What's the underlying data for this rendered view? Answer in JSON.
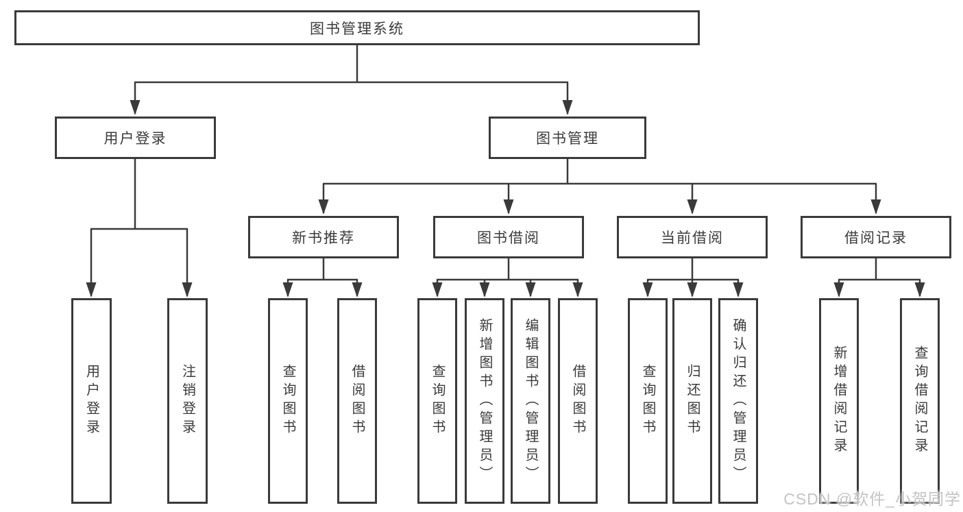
{
  "diagram": {
    "root": "图书管理系统",
    "branches": {
      "user_login": "用户登录",
      "book_management": "图书管理"
    },
    "modules": {
      "new_book_recommend": "新书推荐",
      "book_borrowing": "图书借阅",
      "current_borrowing": "当前借阅",
      "borrowing_records": "借阅记录"
    },
    "leaves": {
      "user_login": "用户登录",
      "logout": "注销登录",
      "query_books_recommend": "查询图书",
      "borrow_books_recommend": "借阅图书",
      "query_books_borrowing": "查询图书",
      "add_book_admin": "新增图书（管理员）",
      "edit_book_admin": "编辑图书（管理员）",
      "borrow_books_borrowing": "借阅图书",
      "query_books_current": "查询图书",
      "return_books": "归还图书",
      "confirm_return_admin": "确认归还（管理员）",
      "add_borrow_record": "新增借阅记录",
      "query_borrow_record": "查询借阅记录"
    }
  },
  "watermark": "CSDN @软件_小贺同学"
}
